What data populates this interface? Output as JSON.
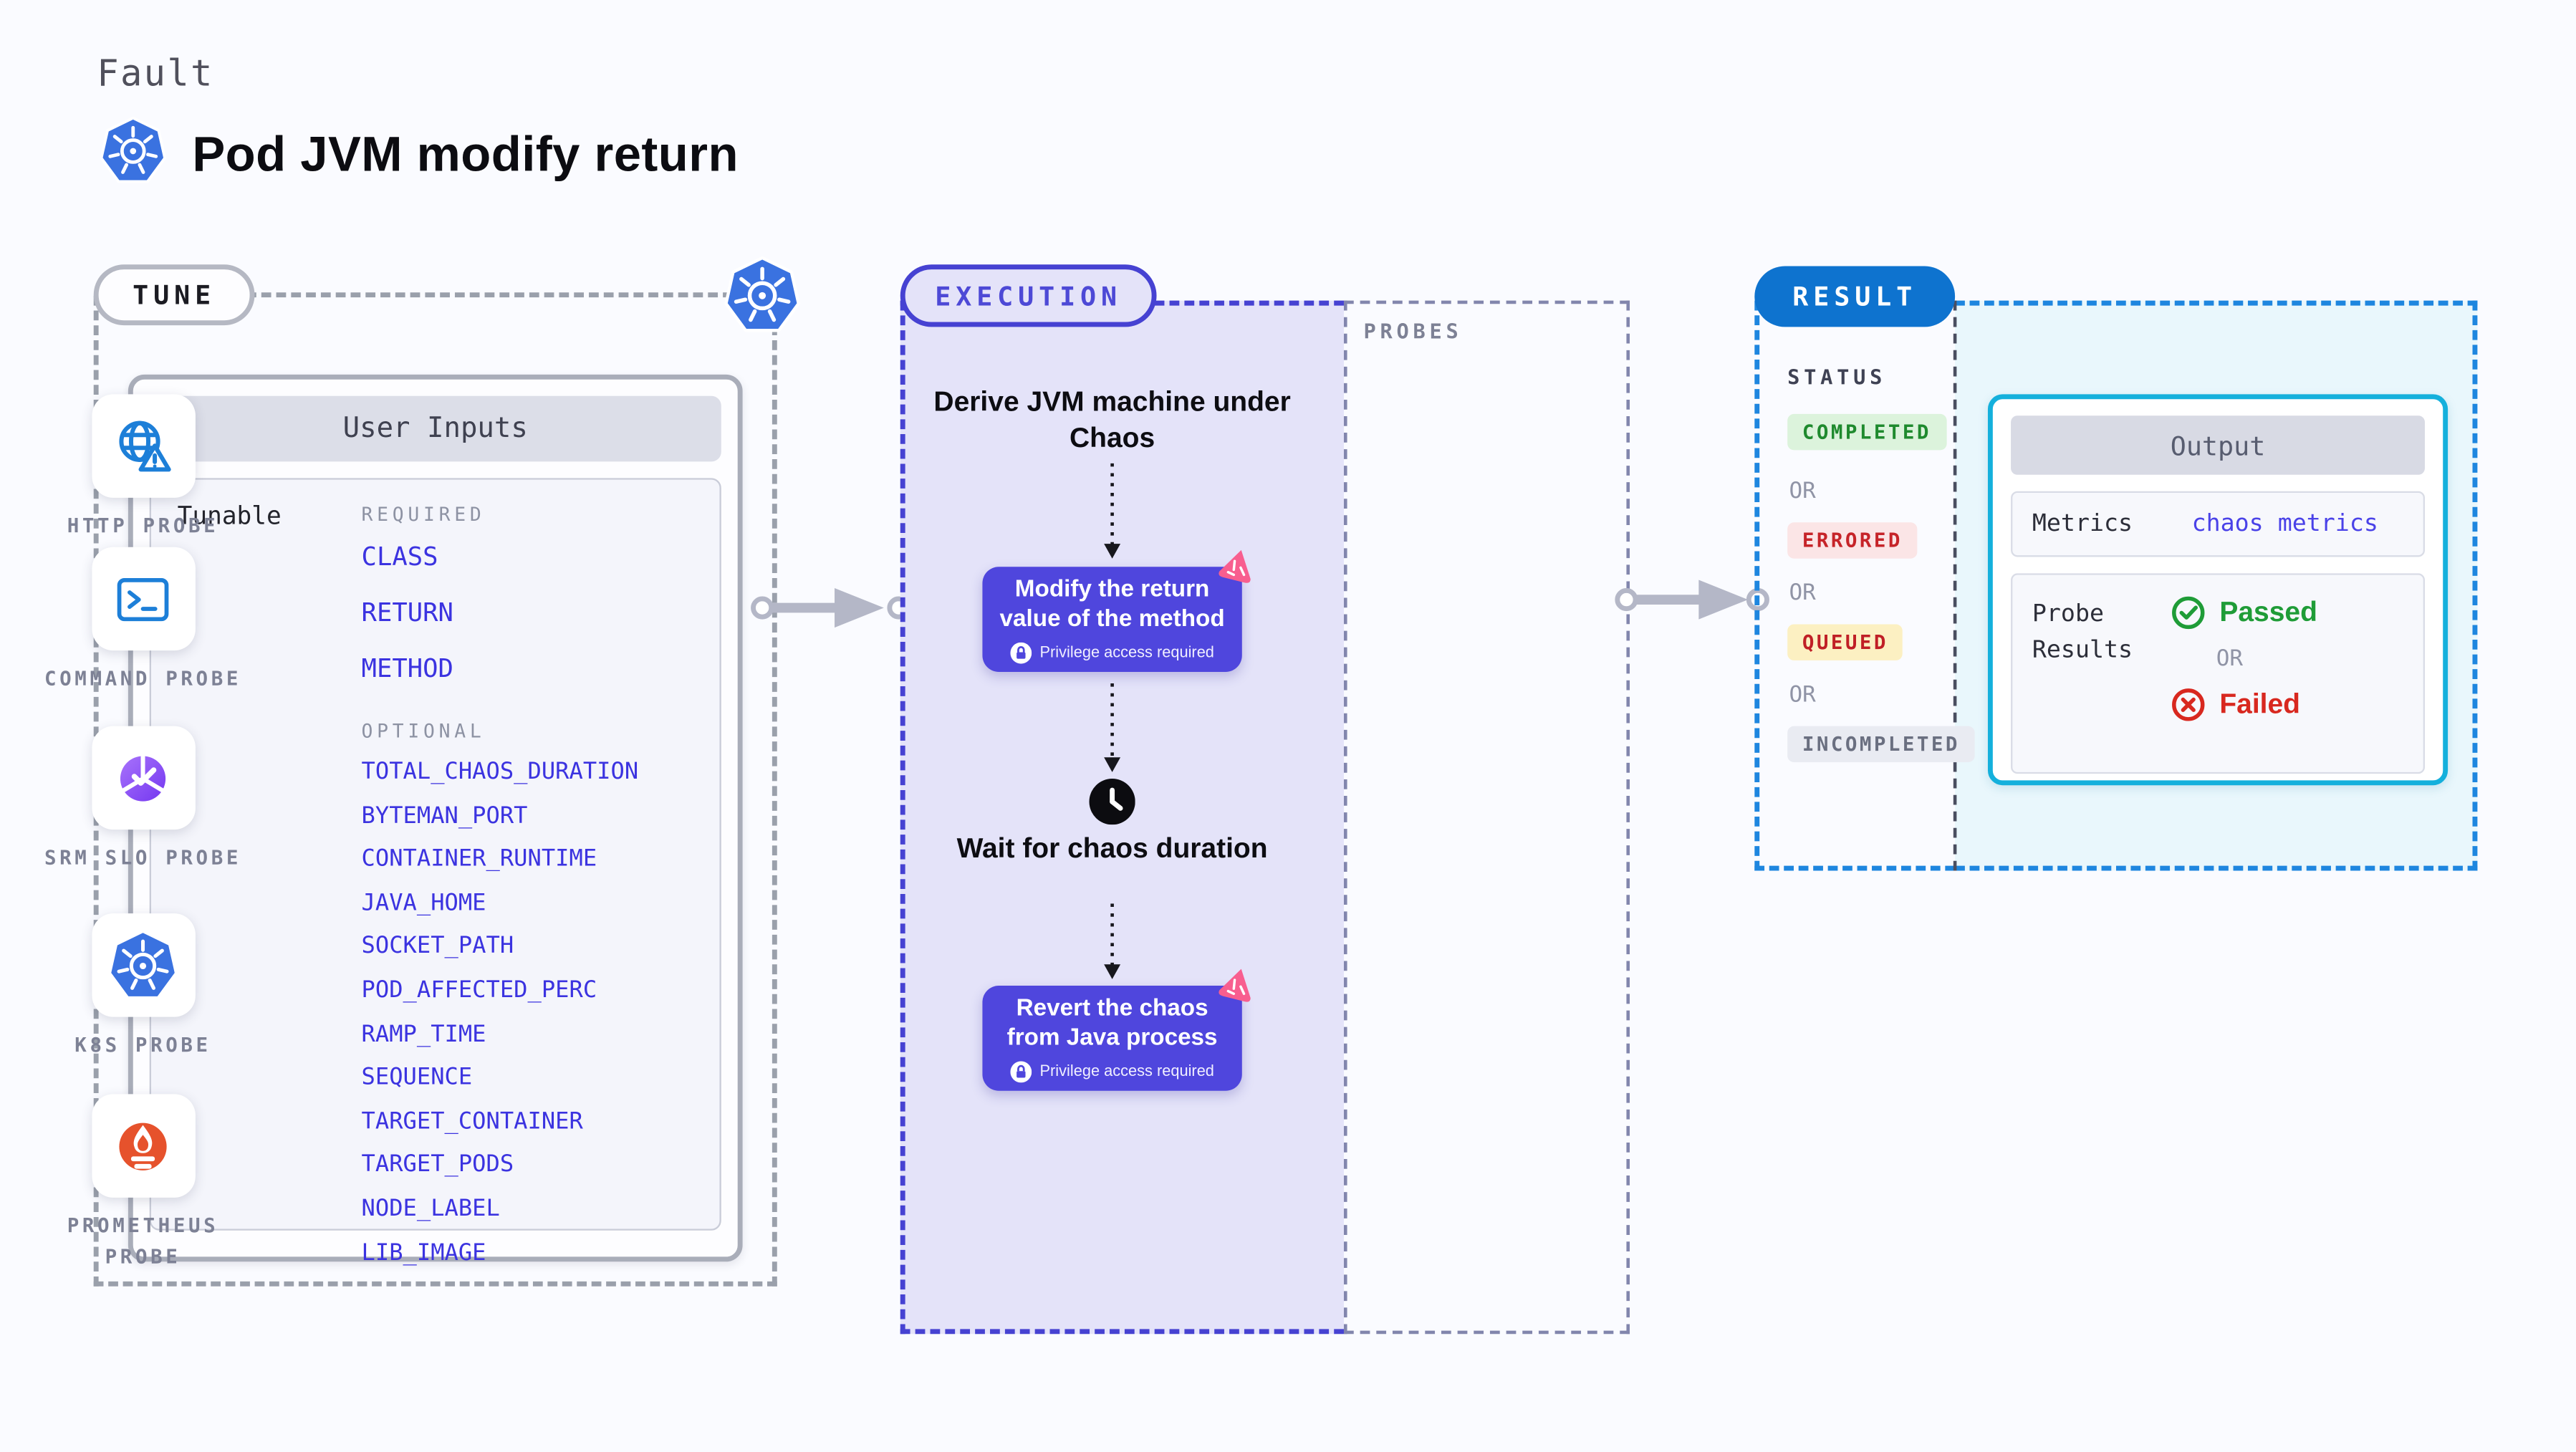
{
  "header": {
    "eyebrow": "Fault",
    "title": "Pod JVM modify return"
  },
  "tune": {
    "badge": "TUNE",
    "card_title": "User Inputs",
    "row_label": "Tunable",
    "required_label": "REQUIRED",
    "required_items": [
      "CLASS",
      "RETURN",
      "METHOD"
    ],
    "optional_label": "OPTIONAL",
    "optional_items": [
      "TOTAL_CHAOS_DURATION",
      "BYTEMAN_PORT",
      "CONTAINER_RUNTIME",
      "JAVA_HOME",
      "SOCKET_PATH",
      "POD_AFFECTED_PERC",
      "RAMP_TIME",
      "SEQUENCE",
      "TARGET_CONTAINER",
      "TARGET_PODS",
      "NODE_LABEL",
      "LIB_IMAGE"
    ]
  },
  "execution": {
    "badge": "EXECUTION",
    "step1": "Derive JVM machine under Chaos",
    "step2": "Modify the return value of the method",
    "step2_note": "Privilege access required",
    "step3": "Wait for chaos duration",
    "step4": "Revert the chaos from Java process",
    "step4_note": "Privilege access required"
  },
  "probes": {
    "label": "PROBES",
    "items": [
      {
        "name": "HTTP PROBE",
        "icon": "globe-warning-icon"
      },
      {
        "name": "COMMAND PROBE",
        "icon": "terminal-icon"
      },
      {
        "name": "SRM SLO PROBE",
        "icon": "slo-donut-icon"
      },
      {
        "name": "K8S PROBE",
        "icon": "kubernetes-icon"
      },
      {
        "name": "PROMETHEUS PROBE",
        "icon": "prometheus-icon"
      }
    ]
  },
  "result": {
    "badge": "RESULT",
    "status_label": "STATUS",
    "or_label": "OR",
    "statuses": [
      {
        "label": "COMPLETED",
        "bg": "#dcf3dc",
        "fg": "#1f8a2e"
      },
      {
        "label": "ERRORED",
        "bg": "#fbe5e6",
        "fg": "#c62429"
      },
      {
        "label": "QUEUED",
        "bg": "#fcf0c2",
        "fg": "#c01f26"
      },
      {
        "label": "INCOMPLETED",
        "bg": "#e9ebf2",
        "fg": "#6a6f80"
      }
    ],
    "output": {
      "title": "Output",
      "metrics_label": "Metrics",
      "metrics_value": "chaos metrics",
      "probe_results_label": "Probe Results",
      "passed_label": "Passed",
      "failed_label": "Failed"
    }
  },
  "colors": {
    "page_bg": "#fafbff",
    "accent_indigo": "#4642d2",
    "execution_panel": "#e4e3f9",
    "action_purple": "#4f46dd",
    "chaos_pink": "#f85e8f",
    "kubernetes_blue": "#3a72e0",
    "probe_icon_blue": "#1d7fd8",
    "slo_purple": "#8b4bf4",
    "prometheus_orange": "#e6522c",
    "result_blue": "#0e73cf",
    "dashed_blue": "#1e86df",
    "output_border_cyan": "#14b0dc",
    "output_panel_bg": "#e9f7fc",
    "link_blue": "#3b33e0",
    "arrow_gray": "#b4b7c7",
    "passed_green": "#1f9c37",
    "failed_red": "#d8281f"
  }
}
